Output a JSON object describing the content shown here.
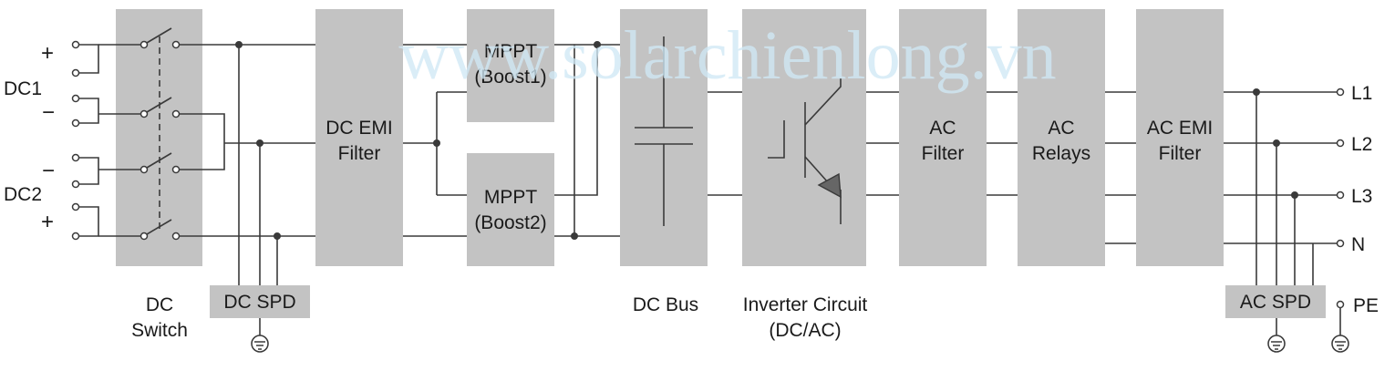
{
  "watermark": "www.solarchienlong.vn",
  "inputs": {
    "dc1": {
      "label": "DC1",
      "plus": "+",
      "minus": "−"
    },
    "dc2": {
      "label": "DC2",
      "plus": "+",
      "minus": "−"
    }
  },
  "blocks": {
    "dc_switch": {
      "line1": "DC",
      "line2": "Switch"
    },
    "dc_spd": "DC SPD",
    "dc_emi": {
      "line1": "DC EMI",
      "line2": "Filter"
    },
    "mppt1": {
      "line1": "MPPT",
      "line2": "(Boost1)"
    },
    "mppt2": {
      "line1": "MPPT",
      "line2": "(Boost2)"
    },
    "dc_bus": "DC Bus",
    "inverter": {
      "line1": "Inverter Circuit",
      "line2": "(DC/AC)"
    },
    "ac_filter": {
      "line1": "AC",
      "line2": "Filter"
    },
    "ac_relays": {
      "line1": "AC",
      "line2": "Relays"
    },
    "ac_emi": {
      "line1": "AC EMI",
      "line2": "Filter"
    },
    "ac_spd": "AC SPD"
  },
  "outputs": [
    "L1",
    "L2",
    "L3",
    "N",
    "PE"
  ],
  "colors": {
    "block": "#c3c3c3",
    "wire": "#3a3a3a",
    "watermark": "#cfe8f5"
  }
}
